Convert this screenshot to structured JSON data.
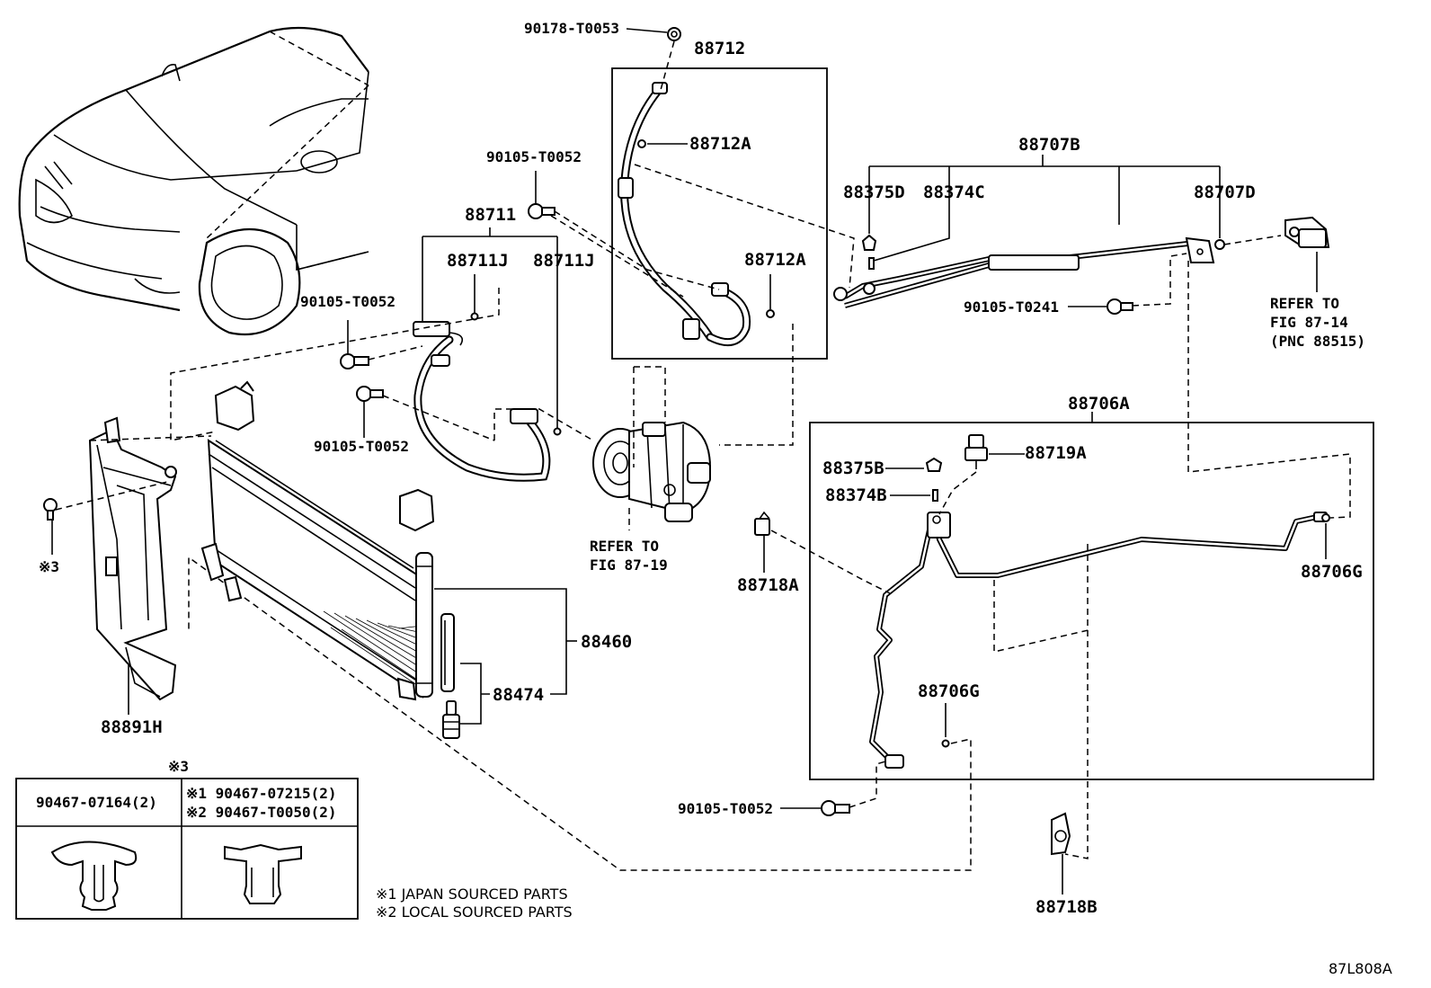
{
  "labels": {
    "p90178_T0053": "90178-T0053",
    "p88712": "88712",
    "p88712A_top": "88712A",
    "p88712A_bot": "88712A",
    "p90105_T0052_a": "90105-T0052",
    "p88711": "88711",
    "p88711J_left": "88711J",
    "p88711J_right": "88711J",
    "p90105_T0052_b": "90105-T0052",
    "p90105_T0052_c": "90105-T0052",
    "p90105_T0052_d": "90105-T0052",
    "p88707B": "88707B",
    "p88375D": "88375D",
    "p88374C": "88374C",
    "p88707D": "88707D",
    "p90105_T0241": "90105-T0241",
    "p88706A": "88706A",
    "p88375B": "88375B",
    "p88719A": "88719A",
    "p88374B": "88374B",
    "p88718A": "88718A",
    "p88706G_right": "88706G",
    "p88706G_mid": "88706G",
    "p88718B": "88718B",
    "p88460": "88460",
    "p88474": "88474",
    "p88891H": "88891H",
    "mark3_side": "※3",
    "mark3_table": "※3"
  },
  "refs": {
    "fig87_19_line1": "REFER TO",
    "fig87_19_line2": "FIG 87-19",
    "fig87_14_line1": "REFER TO",
    "fig87_14_line2": "FIG 87-14",
    "fig87_14_line3": "(PNC 88515)"
  },
  "clip_table": {
    "left_part": "90467-07164(2)",
    "right_part_1": "※1 90467-07215(2)",
    "right_part_2": "※2 90467-T0050(2)"
  },
  "notes": {
    "note1": "※1 JAPAN SOURCED PARTS",
    "note2": "※2 LOCAL SOURCED PARTS"
  },
  "figure_code": "87L808A"
}
